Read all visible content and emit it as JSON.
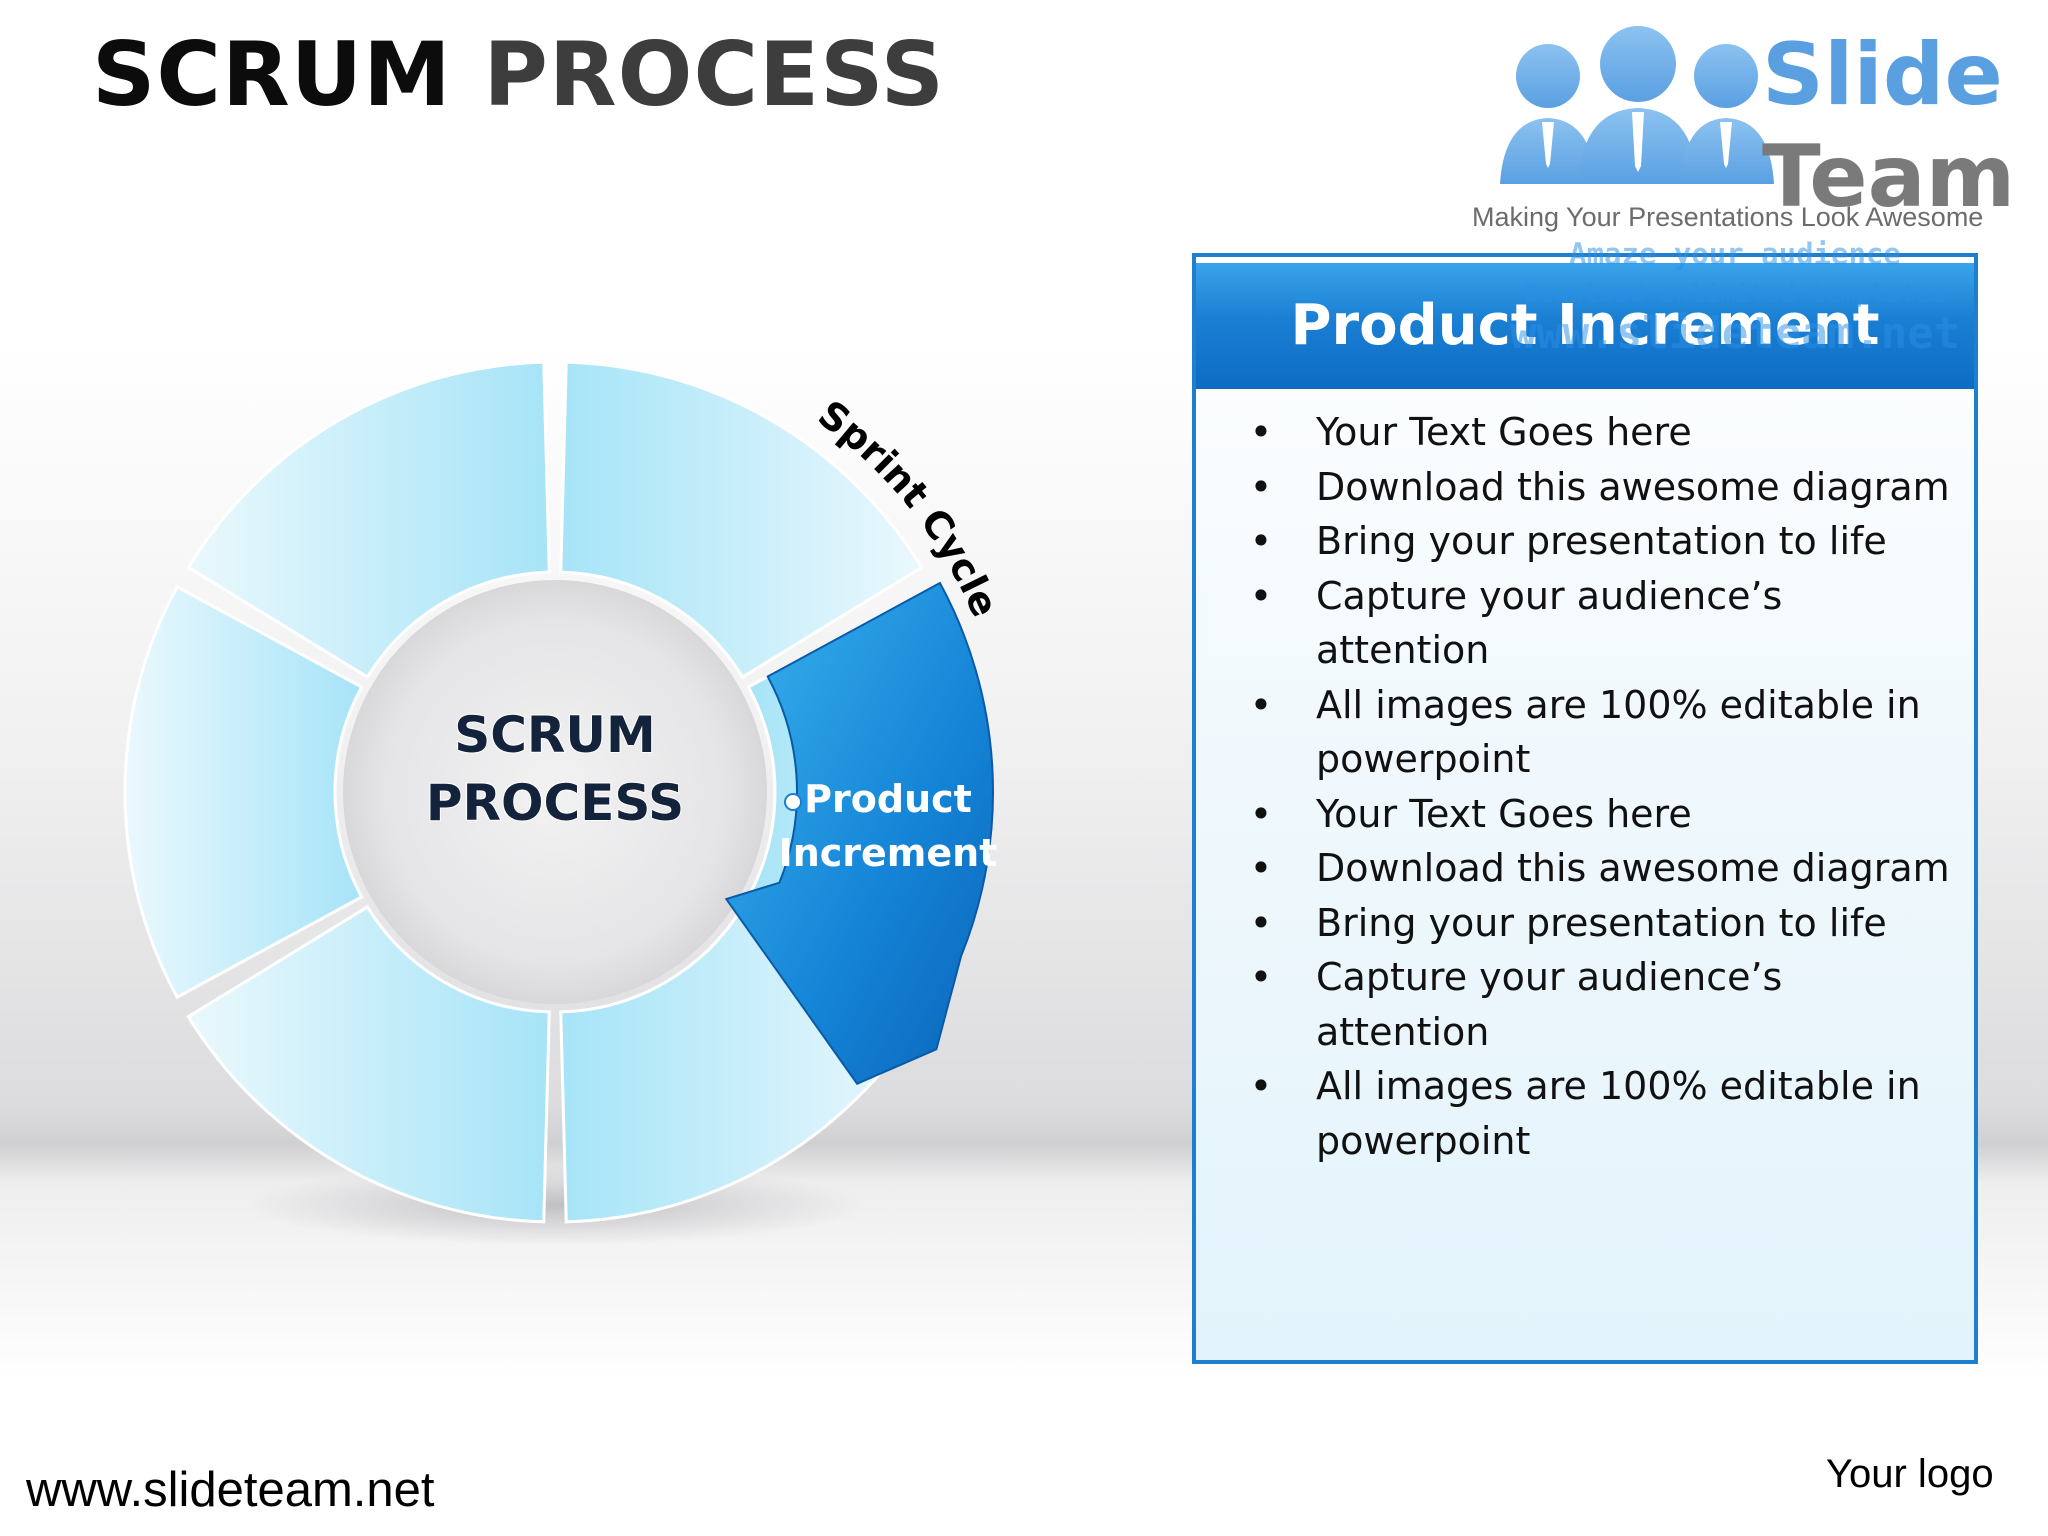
{
  "title": {
    "part1": "SCRUM",
    "part2": "PROCESS"
  },
  "logo": {
    "word1": "Slide",
    "word2": "Team",
    "tagline": "Making Your Presentations Look Awesome"
  },
  "watermark": {
    "line1": "Amaze your audience",
    "line2": "Download unlimited templates",
    "line3": "www.slideteam.net"
  },
  "diagram": {
    "center_line1": "SCRUM",
    "center_line2": "PROCESS",
    "arc_label": "Sprint Cycle",
    "highlight_line1": "Product",
    "highlight_line2": "Increment",
    "colors": {
      "light_segment": "#a9e6f8",
      "highlight_start": "#3bb4ee",
      "highlight_end": "#0b64b8",
      "center": "#e6e6e8"
    }
  },
  "panel": {
    "header": "Product Increment",
    "bullet_symbol": "•",
    "bullets": [
      [
        "Your Text Goes here"
      ],
      [
        "Download this awesome diagram"
      ],
      [
        "Bring your presentation to life"
      ],
      [
        "Capture your audience’s",
        "attention"
      ],
      [
        "All images are 100% editable in",
        "powerpoint"
      ],
      [
        "Your Text Goes here"
      ],
      [
        "Download this awesome diagram"
      ],
      [
        "Bring your presentation to life"
      ],
      [
        "Capture your audience’s",
        "attention"
      ],
      [
        "All images are 100% editable in",
        "powerpoint"
      ]
    ]
  },
  "footer": {
    "url": "www.slideteam.net",
    "logo_text": "Your logo"
  }
}
